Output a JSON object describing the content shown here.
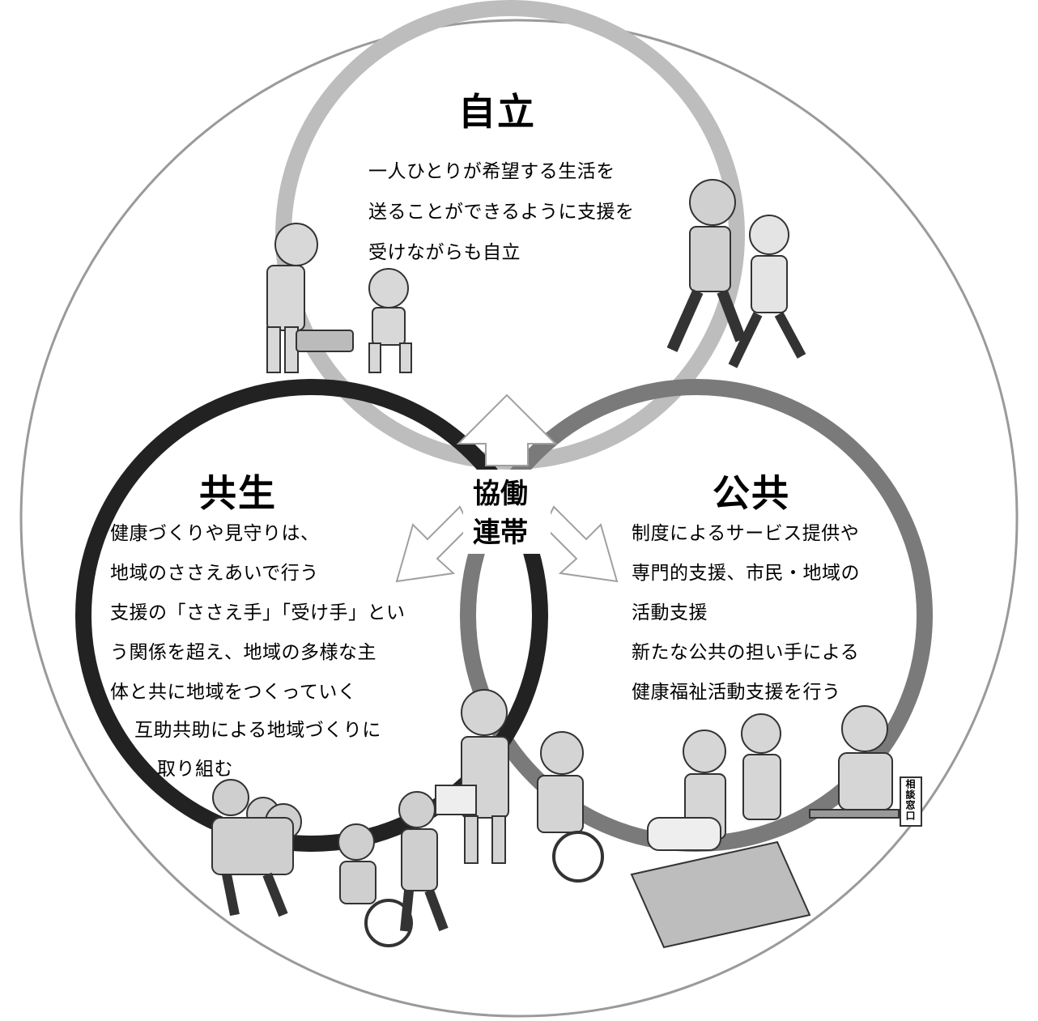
{
  "arc_title": "〜自立・共生・公共のまちづくり〜",
  "circles": {
    "jiritsu": {
      "title": "自立",
      "lines": [
        "一人ひとりが希望する生活を",
        "送ることができるように支援を",
        "受けながらも自立"
      ]
    },
    "kyosei": {
      "title": "共生",
      "lines": [
        "健康づくりや見守りは、",
        "地域のささえあいで行う",
        "支援の「ささえ手」「受け手」とい",
        "う関係を超え、地域の多様な主",
        "体と共に地域をつくっていく",
        "互助共助による地域づくりに",
        "取り組む"
      ]
    },
    "kokyo": {
      "title": "公共",
      "lines": [
        "制度によるサービス提供や",
        "専門的支援、市民・地域の",
        "活動支援",
        "新たな公共の担い手による",
        "健康福祉活動支援を行う"
      ]
    }
  },
  "center": {
    "line1": "協働",
    "line2": "連帯"
  },
  "illustrations": {
    "consult_sign": "相談窓口"
  },
  "colors": {
    "outer_ring": "#9a9a9a",
    "jiritsu_ring": "#bdbdbd",
    "kyosei_ring": "#222222",
    "kokyo_ring": "#7a7a7a",
    "arrow_outline": "#a0a0a0"
  }
}
